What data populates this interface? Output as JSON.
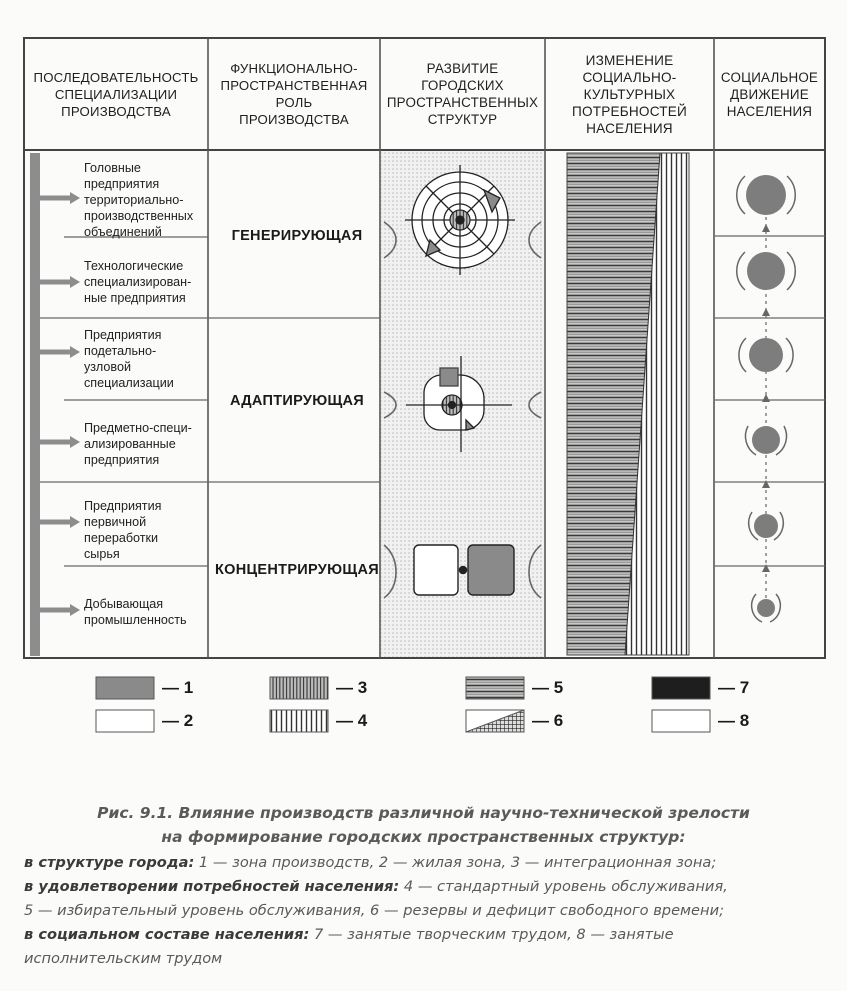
{
  "headers": {
    "col1": "ПОСЛЕДОВАТЕЛЬНОСТЬ\nСПЕЦИАЛИЗАЦИИ\nПРОИЗВОДСТВА",
    "col2": "ФУНКЦИОНАЛЬНО-\nПРОСТРАНСТВЕННАЯ\nРОЛЬ\nПРОИЗВОДСТВА",
    "col3": "РАЗВИТИЕ\nГОРОДСКИХ\nПРОСТРАНСТВЕННЫХ\nСТРУКТУР",
    "col4": "ИЗМЕНЕНИЕ\nСОЦИАЛЬНО-\nКУЛЬТУРНЫХ\nПОТРЕБНОСТЕЙ\nНАСЕЛЕНИЯ",
    "col5": "СОЦИАЛЬНОЕ\nДВИЖЕНИЕ\nНАСЕЛЕНИЯ"
  },
  "production_stages": [
    "Головные\nпредприятия\nтерриториально-\nпроизводственных\nобъединений",
    "Технологические\nспециализирован-\nные предприятия",
    "Предприятия\nподетально-\nузловой\nспециализации",
    "Предметно-специ-\nализированные\nпредприятия",
    "Предприятия\nпервичной\nпереработки\nсырья",
    "Добывающая\nпромышленность"
  ],
  "roles": [
    "ГЕНЕРИРУЮЩАЯ",
    "АДАПТИРУЮЩАЯ",
    "КОНЦЕНТРИРУЮЩАЯ"
  ],
  "legend": [
    "— 1",
    "— 2",
    "— 3",
    "— 4",
    "— 5",
    "— 6",
    "— 7",
    "— 8"
  ],
  "caption": {
    "title_line1": "Рис. 9.1. Влияние производств различной научно-технической зрелости",
    "title_line2": "на формирование городских пространственных структур:",
    "p1_label": "в структуре города:",
    "p1_text": " 1 — зона производств, 2 — жилая зона, 3 — интеграционная зона;",
    "p2_label": "в удовлетворении потребностей населения:",
    "p2_text": " 4 — стандартный уровень обслуживания,",
    "p2_cont": "5 — избирательный уровень обслуживания, 6 — резервы и дефицит свободного времени;",
    "p3_label": "в социальном составе населения:",
    "p3_text": " 7 — занятые творческим трудом, 8 — занятые",
    "p3_cont": "исполнительским трудом"
  },
  "colors": {
    "zone_production": "#8a8a8a",
    "zone_living": "#ffffff",
    "dark": "#2a2a2a",
    "grid": "#555555"
  }
}
